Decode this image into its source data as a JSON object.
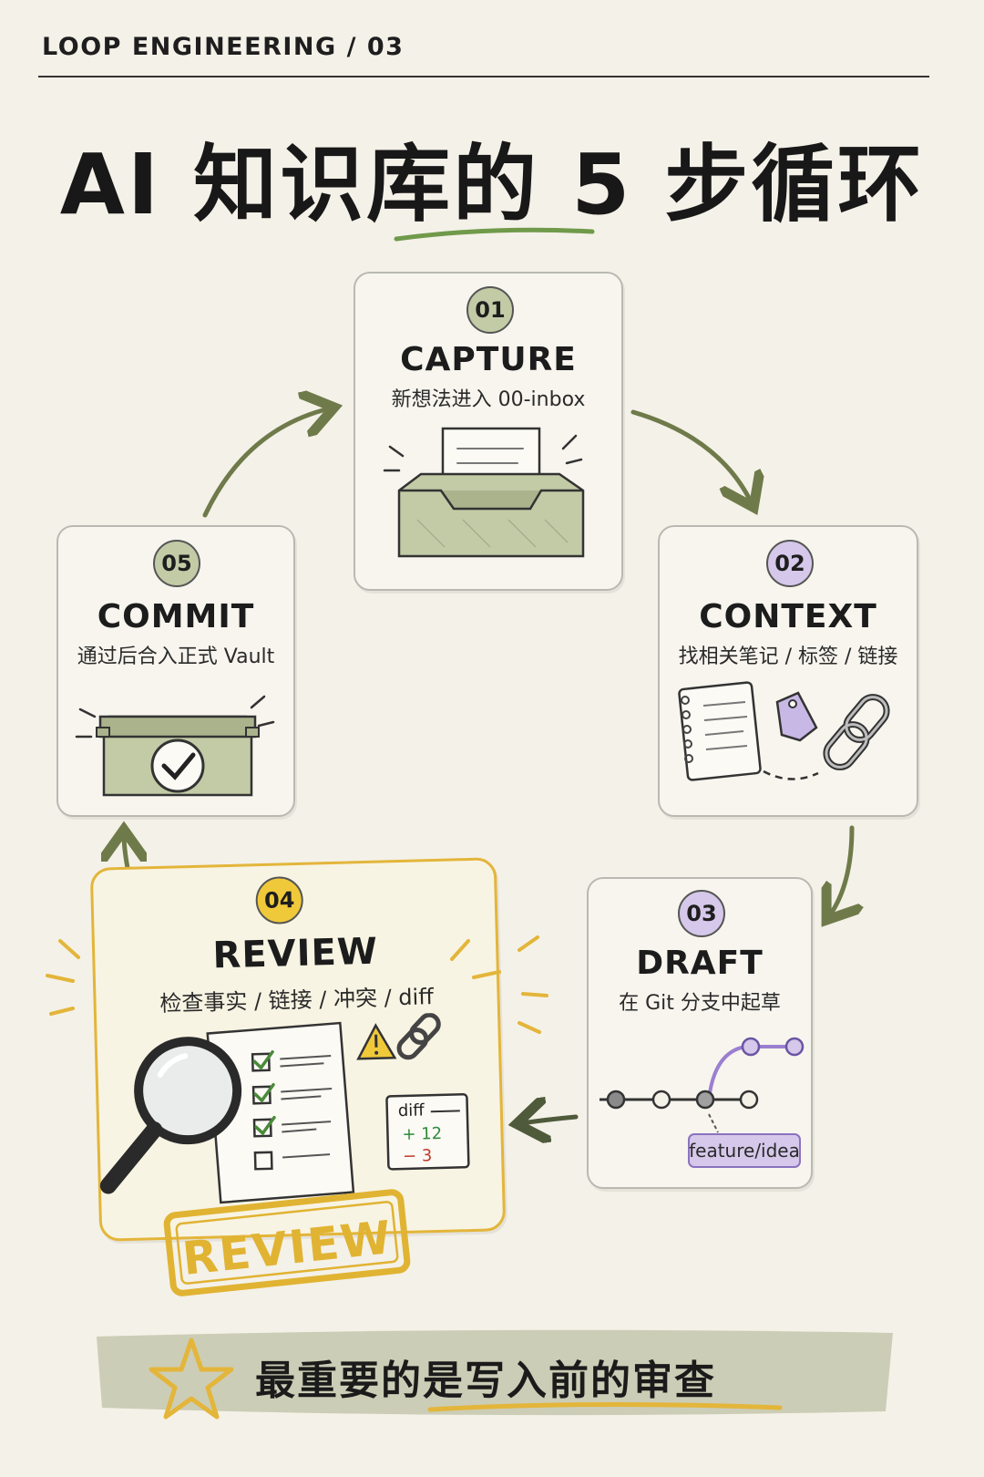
{
  "header": {
    "series": "LOOP ENGINEERING / 03",
    "title": "AI 知识库的 5 步循环"
  },
  "steps": [
    {
      "number": "01",
      "title": "CAPTURE",
      "desc": "新想法进入 00-inbox",
      "icon": "inbox-tray-icon"
    },
    {
      "number": "02",
      "title": "CONTEXT",
      "desc": "找相关笔记 / 标签 / 链接",
      "icon": "notebook-tag-link-icon"
    },
    {
      "number": "03",
      "title": "DRAFT",
      "desc": "在 Git 分支中起草",
      "icon": "git-branch-icon",
      "branch_label": "feature/idea"
    },
    {
      "number": "04",
      "title": "REVIEW",
      "desc": "检查事实 / 链接 / 冲突 / diff",
      "icon": "magnifier-checklist-icon",
      "diff": {
        "label": "diff",
        "added": "+ 12",
        "removed": "− 3"
      },
      "stamp": "REVIEW"
    },
    {
      "number": "05",
      "title": "COMMIT",
      "desc": "通过后合入正式 Vault",
      "icon": "checked-box-icon"
    }
  ],
  "footer": {
    "note": "最重要的是写入前的审查"
  },
  "colors": {
    "background": "#f4f1e8",
    "green": "#c2cba6",
    "purple": "#d5c8ea",
    "yellow": "#f0c93a",
    "arrow": "#6f7a4a"
  }
}
